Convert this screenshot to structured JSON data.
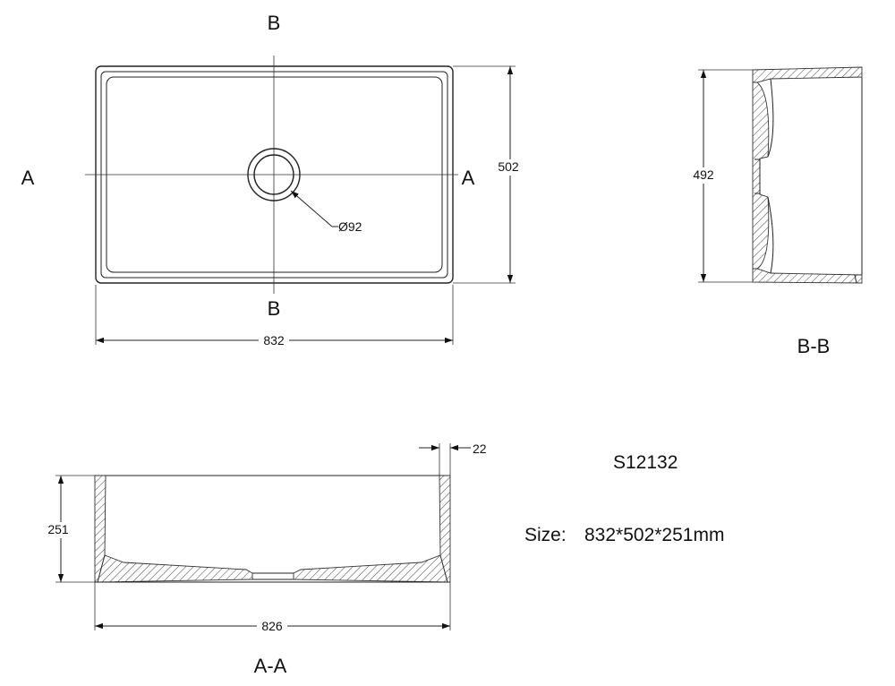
{
  "views": {
    "plan": {
      "section_markers": {
        "top_b": "B",
        "bottom_b": "B",
        "left_a": "A",
        "right_a": "A"
      },
      "dim_width": "832",
      "dim_height": "502",
      "drain_diameter": "Ø92"
    },
    "section_bb": {
      "title": "B-B",
      "dim_height": "492"
    },
    "section_aa": {
      "title": "A-A",
      "dim_width": "826",
      "dim_height": "251",
      "dim_wall": "22"
    }
  },
  "info": {
    "model": "S12132",
    "size_label": "Size:",
    "size_value": "832*502*251mm"
  }
}
